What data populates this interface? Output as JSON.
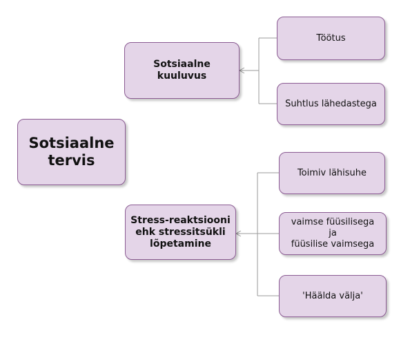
{
  "diagram": {
    "root": {
      "label": "Sotsiaalne\ntervis"
    },
    "branches": [
      {
        "label": "Sotsiaalne\nkuuluvus",
        "children": [
          "Töötus",
          "Suhtlus lähedastega"
        ]
      },
      {
        "label": "Stress-reaktsiooni\nehk stressitsükli\nlõpetamine",
        "children": [
          "Toimiv lähisuhe",
          "vaimse füüsilisega\nja\nfüüsilise vaimsega",
          "'Häälda välja'"
        ]
      }
    ]
  },
  "colors": {
    "node_fill": "#e4d5e8",
    "node_border": "#8a5a92",
    "connector": "#9a9a9a"
  }
}
